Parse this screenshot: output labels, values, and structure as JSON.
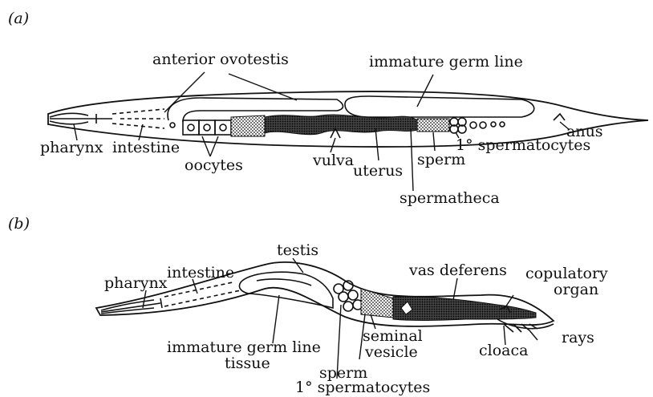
{
  "panel_a": {
    "label": "(a)",
    "labels": {
      "anterior_ovotestis": "anterior ovotestis",
      "immature_germ_line": "immature germ line",
      "pharynx": "pharynx",
      "intestine": "intestine",
      "oocytes": "oocytes",
      "vulva": "vulva",
      "uterus": "uterus",
      "sperm": "sperm",
      "primary_spermatocytes": "1° spermatocytes",
      "anus": "anus",
      "spermatheca": "spermatheca"
    }
  },
  "panel_b": {
    "label": "(b)",
    "labels": {
      "testis": "testis",
      "intestine": "intestine",
      "pharynx": "pharynx",
      "vas_deferens": "vas deferens",
      "copulatory_organ_1": "copulatory",
      "copulatory_organ_2": "organ",
      "rays": "rays",
      "seminal_vesicle_1": "seminal",
      "seminal_vesicle_2": "vesicle",
      "cloaca": "cloaca",
      "immature_germ_line_1": "immature germ line",
      "immature_germ_line_2": "tissue",
      "sperm": "sperm",
      "primary_spermatocytes": "1° spermatocytes"
    }
  },
  "colors": {
    "ink": "#111111",
    "paper": "#ffffff"
  }
}
